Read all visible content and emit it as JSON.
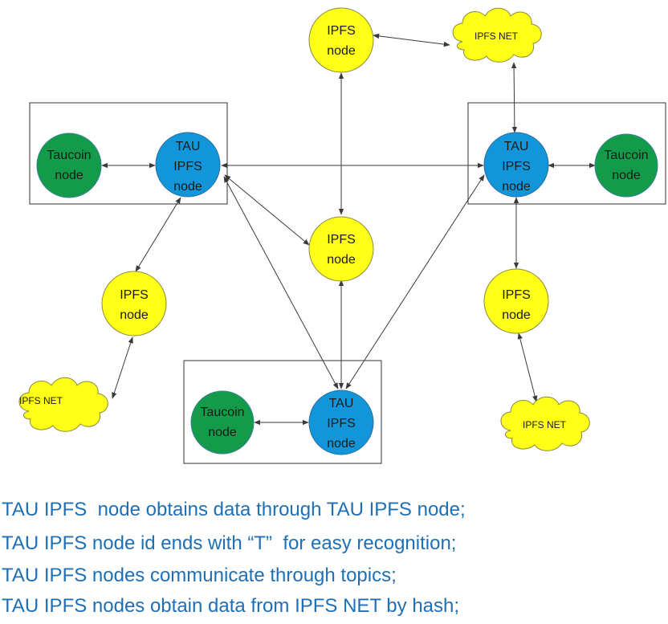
{
  "colors": {
    "tau_ipfs_fill": "#1296d9",
    "taucoin_fill": "#139b4a",
    "ipfs_fill": "#ffff17",
    "cloud_fill": "#ffff17",
    "caption_text": "#1f6fb5",
    "line": "#3a3a3a"
  },
  "diagram": {
    "groups": [
      {
        "taucoin": {
          "line1": "Taucoin",
          "line2": "node"
        },
        "tau_ipfs": {
          "line1": "TAU",
          "line2": "IPFS",
          "line3": "node"
        }
      },
      {
        "taucoin": {
          "line1": "Taucoin",
          "line2": "node"
        },
        "tau_ipfs": {
          "line1": "TAU",
          "line2": "IPFS",
          "line3": "node"
        }
      },
      {
        "taucoin": {
          "line1": "Taucoin",
          "line2": "node"
        },
        "tau_ipfs": {
          "line1": "TAU",
          "line2": "IPFS",
          "line3": "node"
        }
      }
    ],
    "ipfs_nodes": [
      {
        "line1": "IPFS",
        "line2": "node"
      },
      {
        "line1": "IPFS",
        "line2": "node"
      },
      {
        "line1": "IPFS",
        "line2": "node"
      },
      {
        "line1": "IPFS",
        "line2": "node"
      }
    ],
    "clouds": [
      {
        "label": "IPFS NET"
      },
      {
        "label": "IPFS NET"
      },
      {
        "label": "IPFS NET"
      }
    ]
  },
  "captions": [
    "TAU IPFS  node obtains data through TAU IPFS node;",
    "TAU IPFS node id ends with “T”  for easy recognition;",
    "TAU IPFS nodes communicate through topics;",
    "TAU IPFS nodes obtain data from IPFS NET by hash;"
  ]
}
